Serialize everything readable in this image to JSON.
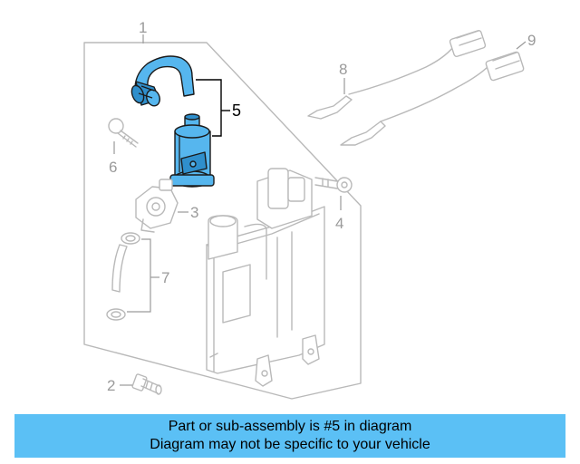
{
  "callouts": {
    "c1": "1",
    "c2": "2",
    "c3": "3",
    "c4": "4",
    "c5": "5",
    "c6": "6",
    "c7": "7",
    "c8": "8",
    "c9": "9"
  },
  "highlight_part": "5",
  "colors": {
    "highlight_blue": "#56b6ee",
    "banner_blue": "#5bc0f5",
    "ghost_gray": "#b9b9b9"
  },
  "banner": {
    "line1": "Part or sub-assembly is #5 in diagram",
    "line2": "Diagram may not be specific to your vehicle"
  }
}
